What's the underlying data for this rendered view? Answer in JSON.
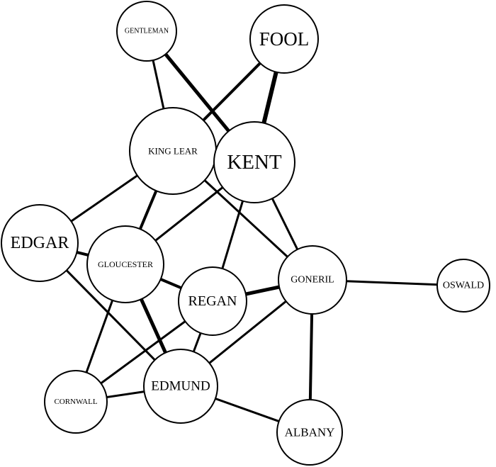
{
  "diagram": {
    "type": "network",
    "colors": {
      "background": "#ffffff",
      "node_fill": "#ffffff",
      "stroke": "#000000",
      "text": "#000000"
    },
    "nodes": [
      {
        "id": "gentleman",
        "label": "GENTLEMAN"
      },
      {
        "id": "fool",
        "label": "FOOL"
      },
      {
        "id": "king_lear",
        "label": "KING LEAR"
      },
      {
        "id": "kent",
        "label": "KENT"
      },
      {
        "id": "edgar",
        "label": "EDGAR"
      },
      {
        "id": "gloucester",
        "label": "GLOUCESTER"
      },
      {
        "id": "regan",
        "label": "REGAN"
      },
      {
        "id": "goneril",
        "label": "GONERIL"
      },
      {
        "id": "oswald",
        "label": "OSWALD"
      },
      {
        "id": "cornwall",
        "label": "CORNWALL"
      },
      {
        "id": "edmund",
        "label": "EDMUND"
      },
      {
        "id": "albany",
        "label": "ALBANY"
      }
    ],
    "edges": [
      {
        "source": "gentleman",
        "target": "king_lear"
      },
      {
        "source": "gentleman",
        "target": "kent"
      },
      {
        "source": "fool",
        "target": "king_lear"
      },
      {
        "source": "fool",
        "target": "kent"
      },
      {
        "source": "king_lear",
        "target": "edgar"
      },
      {
        "source": "king_lear",
        "target": "gloucester"
      },
      {
        "source": "king_lear",
        "target": "goneril"
      },
      {
        "source": "kent",
        "target": "gloucester"
      },
      {
        "source": "kent",
        "target": "regan"
      },
      {
        "source": "kent",
        "target": "goneril"
      },
      {
        "source": "edgar",
        "target": "gloucester"
      },
      {
        "source": "edgar",
        "target": "edmund"
      },
      {
        "source": "gloucester",
        "target": "regan"
      },
      {
        "source": "gloucester",
        "target": "edmund"
      },
      {
        "source": "gloucester",
        "target": "cornwall"
      },
      {
        "source": "regan",
        "target": "goneril"
      },
      {
        "source": "regan",
        "target": "cornwall"
      },
      {
        "source": "regan",
        "target": "edmund"
      },
      {
        "source": "goneril",
        "target": "oswald"
      },
      {
        "source": "goneril",
        "target": "edmund"
      },
      {
        "source": "goneril",
        "target": "albany"
      },
      {
        "source": "cornwall",
        "target": "edmund"
      },
      {
        "source": "edmund",
        "target": "albany"
      }
    ]
  }
}
